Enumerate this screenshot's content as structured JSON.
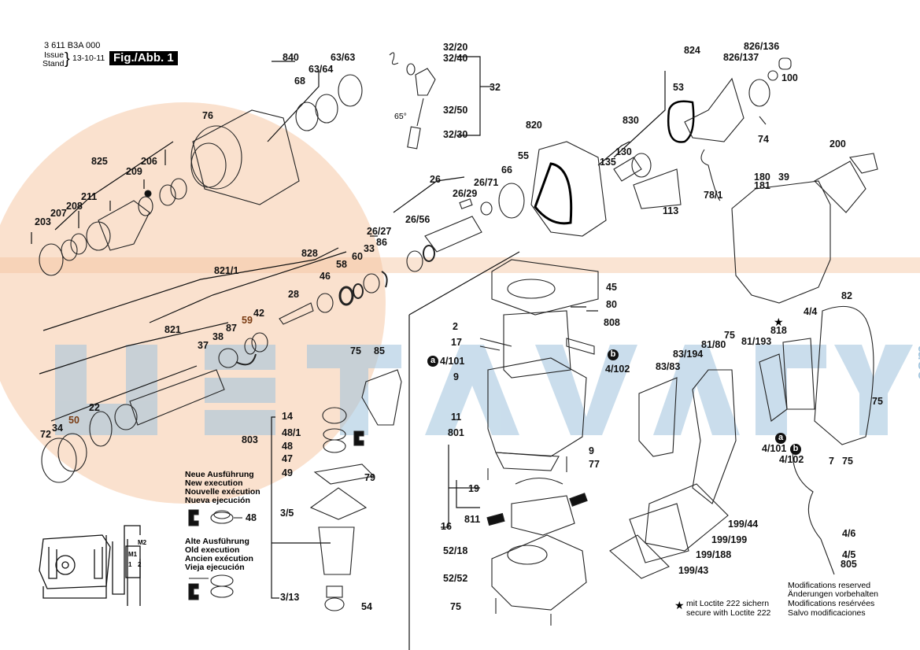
{
  "header": {
    "part_number": "3 611 B3A 000",
    "issue_label": "Issue",
    "stand_label": "Stand",
    "issue_date": "13-10-11",
    "figure_label": "Fig./Abb. 1"
  },
  "watermark": {
    "text": "USTAVARY",
    "domain_suffix": ".com",
    "colors": {
      "orange": "#f6c9a6",
      "blue": "#9fc3dd"
    }
  },
  "part_labels": {
    "p840": "840",
    "p63_63": "63/63",
    "p68": "68",
    "p63_64": "63/64",
    "p76": "76",
    "p825": "825",
    "p206": "206",
    "p209": "209",
    "p211": "211",
    "p207": "207",
    "p208": "208",
    "p203": "203",
    "p32_20": "32/20",
    "p32_40": "32/40",
    "p32": "32",
    "p32_50": "32/50",
    "p32_30": "32/30",
    "angle": "65°",
    "p824": "824",
    "p826_136": "826/136",
    "p826_137": "826/137",
    "p53": "53",
    "p100": "100",
    "p830": "830",
    "p74": "74",
    "p130": "130",
    "p135": "135",
    "p113": "113",
    "p78_1": "78/1",
    "p200": "200",
    "p180": "180",
    "p181": "181",
    "p39": "39",
    "p820": "820",
    "p55": "55",
    "p66": "66",
    "p26": "26",
    "p26_71": "26/71",
    "p26_29": "26/29",
    "p26_56": "26/56",
    "p26_27": "26/27",
    "p828": "828",
    "p821_1": "821/1",
    "p58": "58",
    "p60": "60",
    "p33": "33",
    "p86": "86",
    "p46": "46",
    "p28": "28",
    "p42": "42",
    "p59": "59",
    "p821": "821",
    "p87": "87",
    "p38": "38",
    "p37": "37",
    "p22": "22",
    "p50": "50",
    "p34": "34",
    "p72": "72",
    "p45": "45",
    "p80": "80",
    "p808": "808",
    "p2": "2",
    "p17": "17",
    "p4_101a": "4/101",
    "p4_102b": "4/102",
    "p9a": "9",
    "p11": "11",
    "p801": "801",
    "p9b": "9",
    "p77": "77",
    "p19": "19",
    "p811": "811",
    "p16": "16",
    "p52_18": "52/18",
    "p52_52": "52/52",
    "p75_bottom": "75",
    "p75_85": "75",
    "p85": "85",
    "p14": "14",
    "p48_1": "48/1",
    "p803": "803",
    "p48": "48",
    "p47": "47",
    "p49": "49",
    "p79": "79",
    "p3_5": "3/5",
    "p3_13": "3/13",
    "p54": "54",
    "p48_old": "48",
    "p82": "82",
    "p4_4": "4/4",
    "p818": "818",
    "p75_handle": "75",
    "p81_80": "81/80",
    "p81_193": "81/193",
    "p83_194": "83/194",
    "p83_83": "83/83",
    "p75_right": "75",
    "p4_101_r": "4/101",
    "p4_102_r": "4/102",
    "p7": "7",
    "p75_cord": "75",
    "p4_6": "4/6",
    "p4_5": "4/5",
    "p805": "805",
    "p199_44": "199/44",
    "p199_199": "199/199",
    "p199_188": "199/188",
    "p199_43": "199/43"
  },
  "badges": {
    "a": "a",
    "b": "b"
  },
  "execution_notes": {
    "new": [
      "Neue Ausführung",
      "New execution",
      "Nouvelle exécution",
      "Nueva ejecución"
    ],
    "old": [
      "Alte Ausführung",
      "Old execution",
      "Ancien exécution",
      "Vieja ejecución"
    ]
  },
  "wiring": {
    "m1": "M1",
    "m2": "M2",
    "t1": "1",
    "t2": "2"
  },
  "loctite_note": {
    "symbol": "★",
    "line1": "mit Loctite 222 sichern",
    "line2": "secure with Loctite 222"
  },
  "modifications_note": [
    "Modifications reserved",
    "Änderungen vorbehalten",
    "Modifications resérvées",
    "Salvo modificaciones"
  ]
}
